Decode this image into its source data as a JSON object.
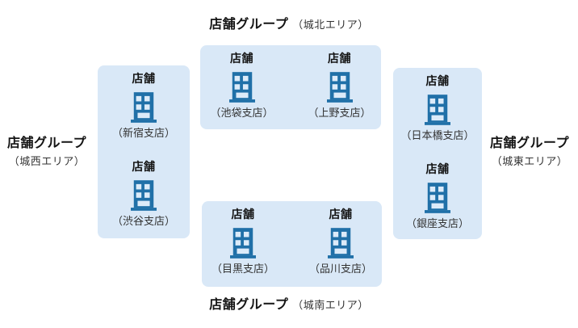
{
  "groups": [
    {
      "title": "店舗グループ",
      "area": "（城北エリア）",
      "stores": [
        {
          "label": "店舗",
          "name": "（池袋支店）"
        },
        {
          "label": "店舗",
          "name": "（上野支店）"
        }
      ]
    },
    {
      "title": "店舗グループ",
      "area": "（城西エリア）",
      "stores": [
        {
          "label": "店舗",
          "name": "（新宿支店）"
        },
        {
          "label": "店舗",
          "name": "（渋谷支店）"
        }
      ]
    },
    {
      "title": "店舗グループ",
      "area": "（城東エリア）",
      "stores": [
        {
          "label": "店舗",
          "name": "（日本橋支店）"
        },
        {
          "label": "店舗",
          "name": "（銀座支店）"
        }
      ]
    },
    {
      "title": "店舗グループ",
      "area": "（城南エリア）",
      "stores": [
        {
          "label": "店舗",
          "name": "（目黒支店）"
        },
        {
          "label": "店舗",
          "name": "（品川支店）"
        }
      ]
    }
  ],
  "icons": {
    "store": "building-icon"
  },
  "colors": {
    "box_bg": "#d9e8f7",
    "building": "#2070a8",
    "window": "#dcebf9",
    "title_text": "#141414",
    "body_text": "#333333"
  }
}
